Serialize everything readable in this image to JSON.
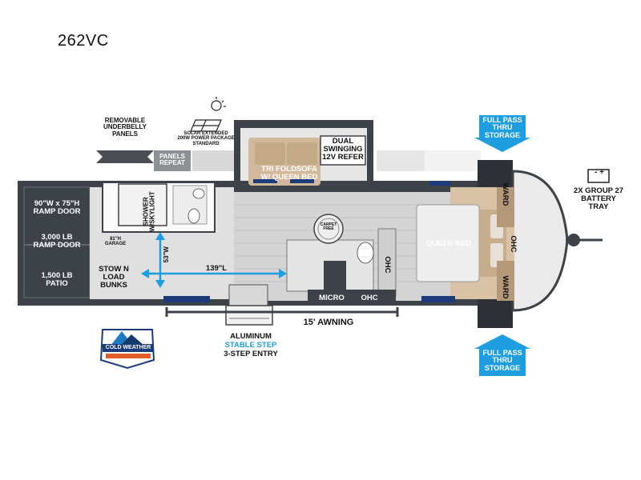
{
  "model": "262VC",
  "labels": {
    "removable_underbelly": "REMOVABLE\nUNDERBELLY\nPANELS",
    "solar": "SOLAR EXTENDED\n200W POWER PACKAGE\nSTANDARD",
    "panels_repeat": "PANELS\nREPEAT",
    "tri_fold_sofa": "TRI FOLDSOFA\nW/ QUEEN BED",
    "dual_swinging_refer": "DUAL\nSWINGING\n12V REFER",
    "full_pass_top": "FULL PASS\nTHRU\nSTORAGE",
    "full_pass_bottom": "FULL PASS\nTHRU\nSTORAGE",
    "battery_tray": "2X GROUP 27\nBATTERY\nTRAY",
    "ramp_door_size": "90\"W x 75\"H\nRAMP DOOR",
    "ramp_door_weight": "3,000 LB\nRAMP DOOR",
    "patio": "1,500 LB\nPATIO",
    "garage_height": "81\"H\nGARAGE",
    "shower": "SHOWER\nW/SKYLIGHT",
    "width_53": "53\"W",
    "stow_n_load": "STOW N LOAD\nBUNKS",
    "length_139": "139\"L",
    "carpet_free": "CARPET FREE",
    "queen_bed": "QUEEN BED",
    "ward_top": "WARD",
    "ward_bottom": "WARD",
    "ohc_front": "OHC",
    "ohc_kitchen": "OHC",
    "micro": "MICRO",
    "ohc_bottom": "OHC",
    "awning": "15' AWNING",
    "aluminum": "ALUMINUM",
    "stable_step": "STABLE STEP",
    "entry": "3-STEP ENTRY",
    "cold_weather": "COLD WEATHER",
    "battery_icon": "- +"
  },
  "colors": {
    "blue": "#1e9ee0",
    "dark": "#3a3f47",
    "floor": "#d7d7d7",
    "tan": "#d9c2a6"
  }
}
